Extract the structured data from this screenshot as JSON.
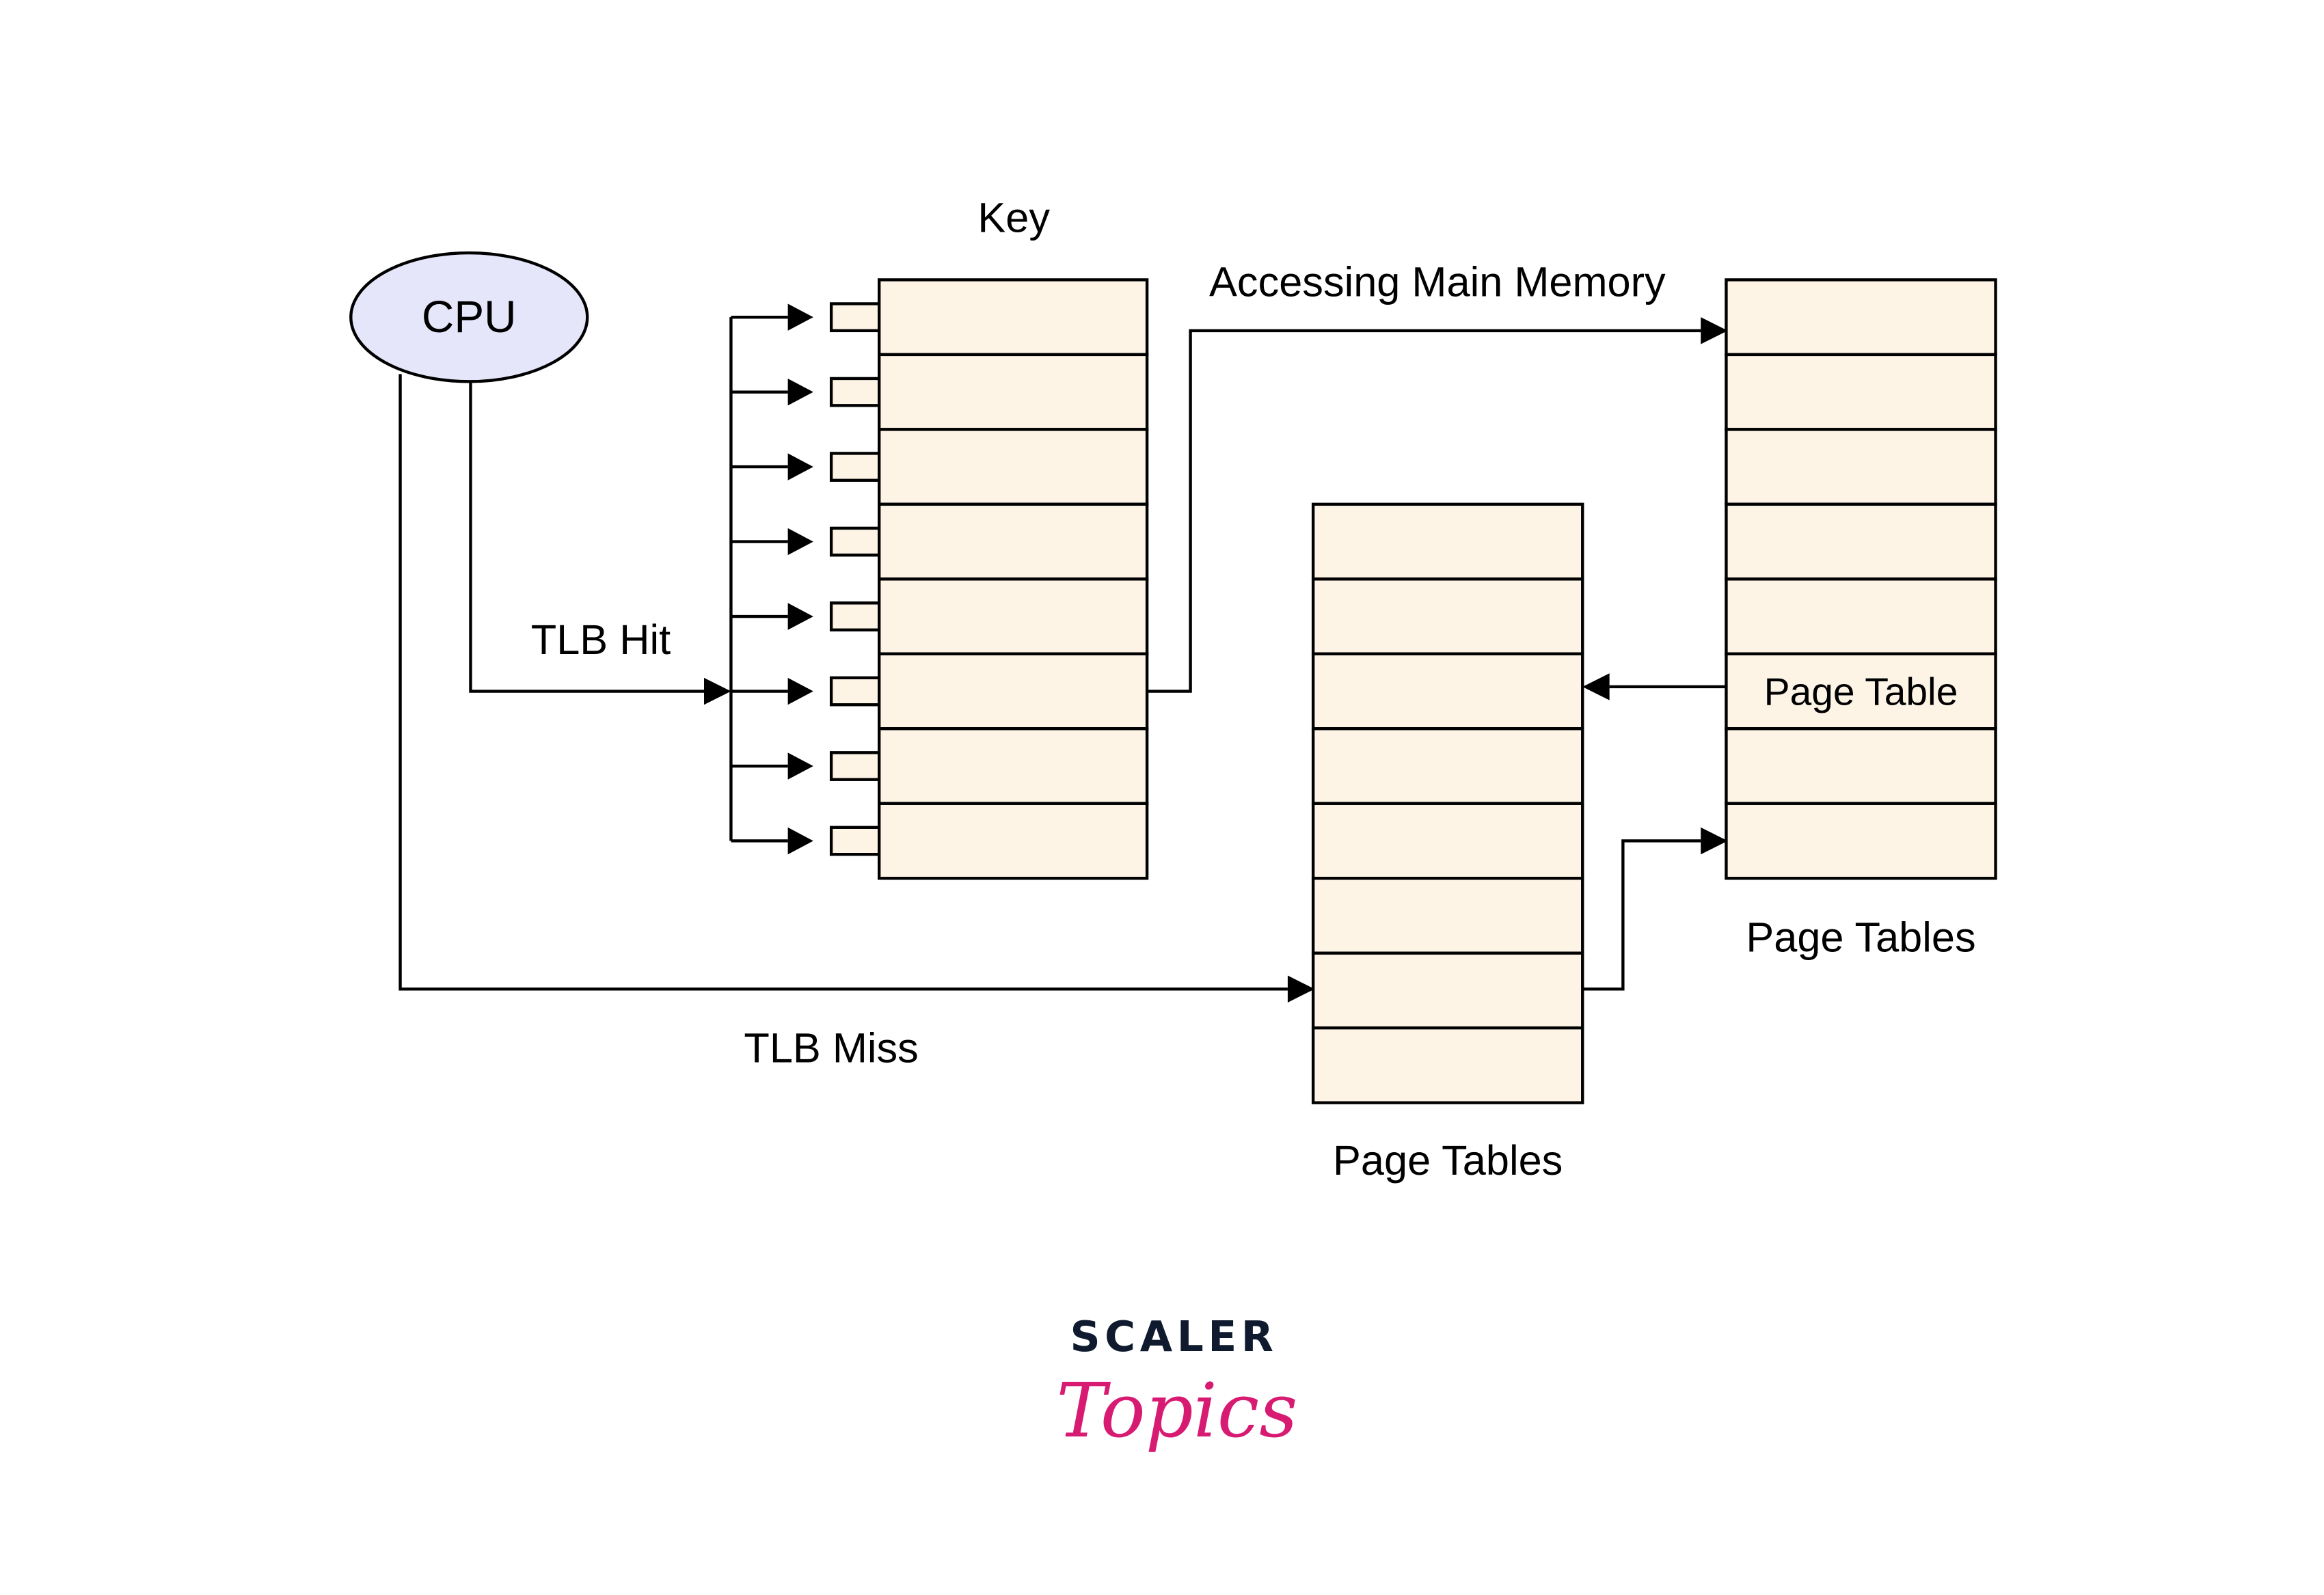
{
  "diagram": {
    "title": "TLB lookup flow",
    "cpu": {
      "label": "CPU",
      "fill": "#e6e6fa"
    },
    "tlb": {
      "header": "Key",
      "rows": 8,
      "fill": "#fdf4e6"
    },
    "labels": {
      "tlb_hit": "TLB Hit",
      "tlb_miss": "TLB Miss",
      "accessing_main_memory": "Accessing Main Memory",
      "page_tables_middle": "Page Tables",
      "page_tables_right": "Page Tables"
    },
    "middle_table": {
      "rows": 8
    },
    "right_table": {
      "rows": 8,
      "highlight_row_index": 5,
      "highlight_row_label": "Page Table"
    },
    "edges": [
      {
        "from": "CPU",
        "to": "TLB",
        "label": "TLB Hit"
      },
      {
        "from": "CPU",
        "to": "Page Tables (middle)",
        "label": "TLB Miss"
      },
      {
        "from": "TLB",
        "to": "Page Tables (right)",
        "label": "Accessing Main Memory"
      },
      {
        "from": "Page Table (right)",
        "to": "Page Tables (middle)",
        "label": ""
      },
      {
        "from": "Page Tables (middle)",
        "to": "Page Tables (right)",
        "label": ""
      }
    ]
  },
  "brand": {
    "line1": "SCALER",
    "line2": "Topics",
    "color_dark": "#0f1a2e",
    "color_pink": "#d81b72"
  }
}
